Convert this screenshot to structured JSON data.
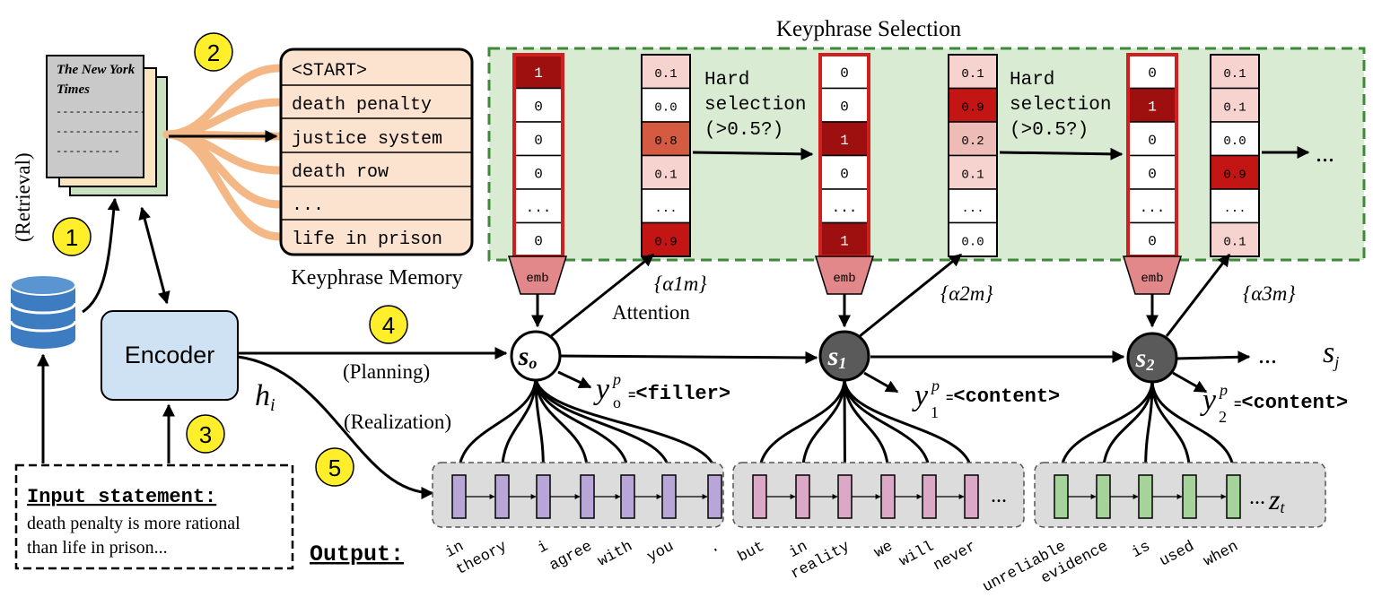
{
  "section_title": "Keyphrase Selection",
  "newspaper": {
    "line1": "The New York",
    "line2": "Times",
    "dashes": [
      "--------------",
      "-------------",
      "----------"
    ]
  },
  "retrieval_label": "(Retrieval)",
  "step_numbers": [
    "1",
    "2",
    "3",
    "4",
    "5"
  ],
  "keyphrase_memory": {
    "label": "Keyphrase Memory",
    "items": [
      "<START>",
      "death penalty",
      "justice system",
      "death row",
      "...",
      "life in prison"
    ]
  },
  "encoder": {
    "label": "Encoder",
    "hidden": "h",
    "hidden_sub": "i"
  },
  "input_statement": {
    "title": "Input statement:",
    "line1": "death penalty is more rational",
    "line2": "than life in prison..."
  },
  "planning_label": "(Planning)",
  "realization_label": "(Realization)",
  "attention_label": "Attention",
  "hard_selection": {
    "line1": "Hard",
    "line2": "selection",
    "line3": "(>0.5?)"
  },
  "emb_label": "emb",
  "selection_vectors": [
    {
      "values": [
        "1",
        "0",
        "0",
        "0",
        "...",
        "0"
      ]
    },
    {
      "values": [
        "0",
        "0",
        "1",
        "0",
        "...",
        "1"
      ]
    },
    {
      "values": [
        "0",
        "1",
        "0",
        "0",
        "...",
        "0"
      ]
    }
  ],
  "attention_vectors": [
    {
      "label": "{α1m}",
      "values": [
        "0.1",
        "0.0",
        "0.8",
        "0.1",
        "...",
        "0.9"
      ]
    },
    {
      "label": "{α2m}",
      "values": [
        "0.1",
        "0.9",
        "0.2",
        "0.1",
        "...",
        "0.0"
      ]
    },
    {
      "label": "{α3m}",
      "values": [
        "0.1",
        "0.1",
        "0.0",
        "0.9",
        "...",
        "0.1"
      ]
    }
  ],
  "states": [
    {
      "name": "s",
      "sub": "o",
      "y_sub": "o",
      "type_label": "<filler>"
    },
    {
      "name": "s",
      "sub": "1",
      "y_sub": "1",
      "type_label": "<content>"
    },
    {
      "name": "s",
      "sub": "2",
      "y_sub": "2",
      "type_label": "<content>"
    }
  ],
  "state_final": {
    "name": "s",
    "sub": "j"
  },
  "y_symbol": "y",
  "y_sup": "p",
  "equals": "=",
  "ellipsis": "...",
  "token_final": {
    "name": "z",
    "sub": "t"
  },
  "output": {
    "label": "Output:",
    "groups": [
      [
        "in",
        "theory",
        "i",
        "agree",
        "with",
        "you",
        "."
      ],
      [
        "but",
        "in",
        "reality",
        "we",
        "will",
        "never"
      ],
      [
        "unreliable",
        "evidence",
        "is",
        "used",
        "when"
      ]
    ]
  },
  "colors": {
    "panel_fill": "#d9ebd3",
    "panel_border": "#3f8a3a",
    "memory_fill": "#fce3cf",
    "encoder_fill": "#cfe2f3",
    "badge": "#ffef2a",
    "flow": "#f4b886",
    "emb": "#e3888a",
    "sel_border": "#d01f1f",
    "state_dark": "#5a5a5a",
    "group1": "#b8a6d9",
    "group2": "#dba8c6",
    "group3": "#a6d39c"
  }
}
